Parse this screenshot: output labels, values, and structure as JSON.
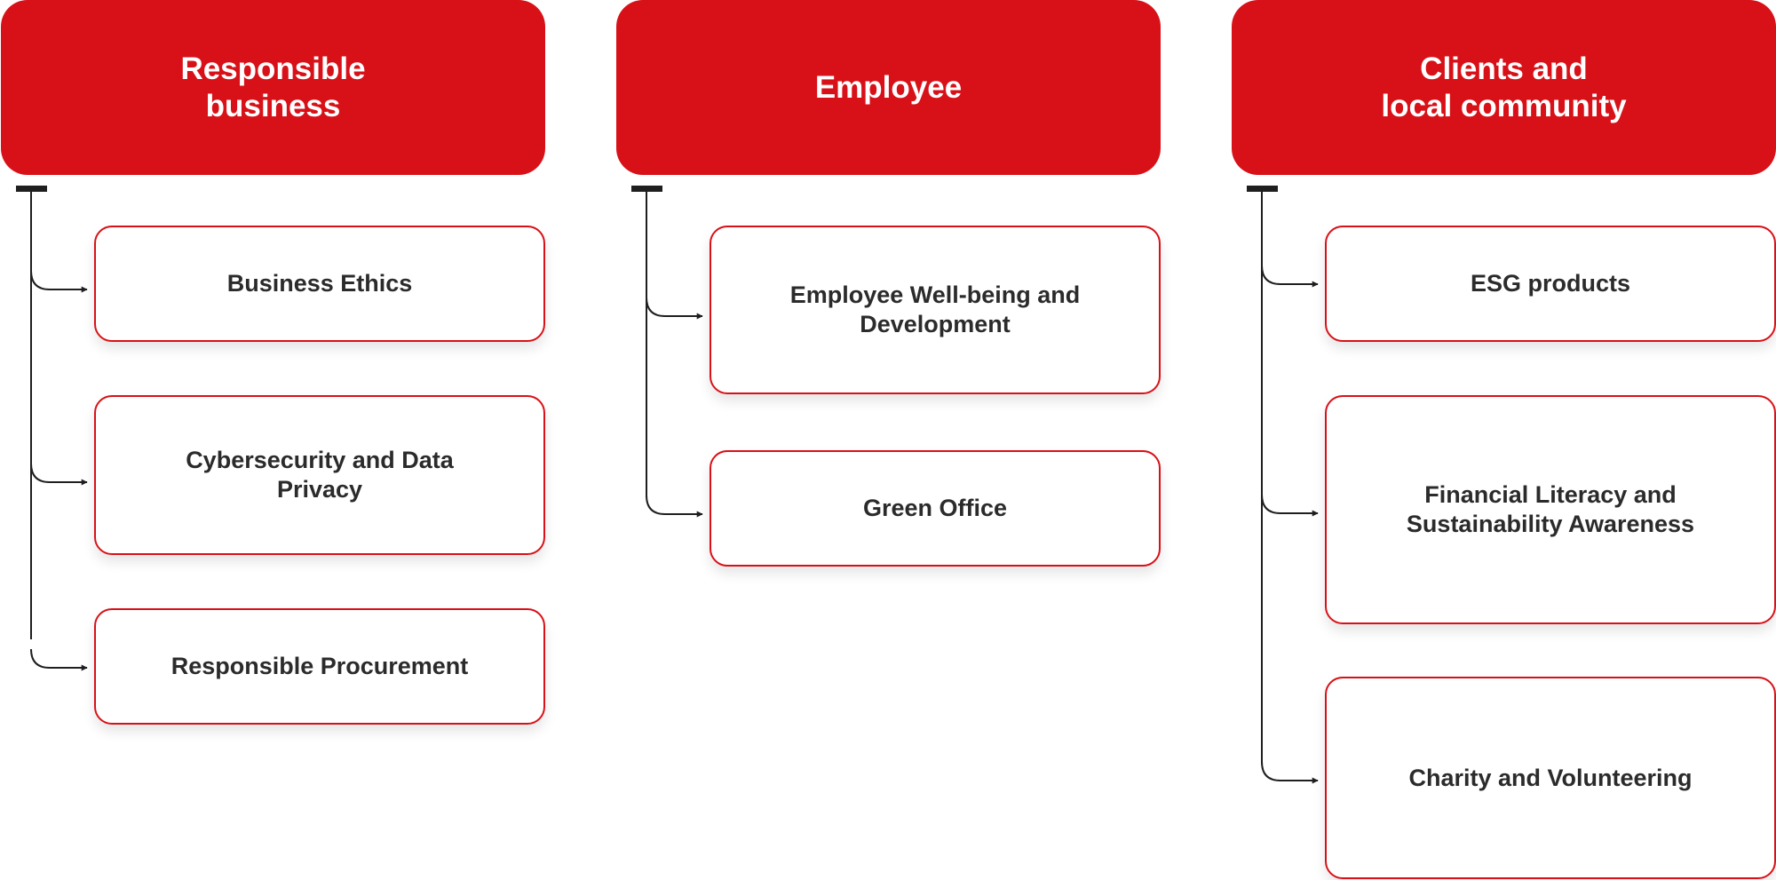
{
  "colors": {
    "accent": "#d81118",
    "connector": "#1f1f1f",
    "card_text": "#2b2b2b",
    "header_text": "#ffffff"
  },
  "columns": [
    {
      "title": "Responsible\nbusiness",
      "items": [
        {
          "label": "Business Ethics"
        },
        {
          "label": "Cybersecurity and Data Privacy"
        },
        {
          "label": "Responsible Procurement"
        }
      ]
    },
    {
      "title": "Employee",
      "items": [
        {
          "label": "Employee Well-being and Development"
        },
        {
          "label": "Green Office"
        }
      ]
    },
    {
      "title": "Clients and\nlocal community",
      "items": [
        {
          "label": "ESG products"
        },
        {
          "label": "Financial Literacy and Sustainability Awareness"
        },
        {
          "label": "Charity and Volunteering"
        }
      ]
    }
  ]
}
